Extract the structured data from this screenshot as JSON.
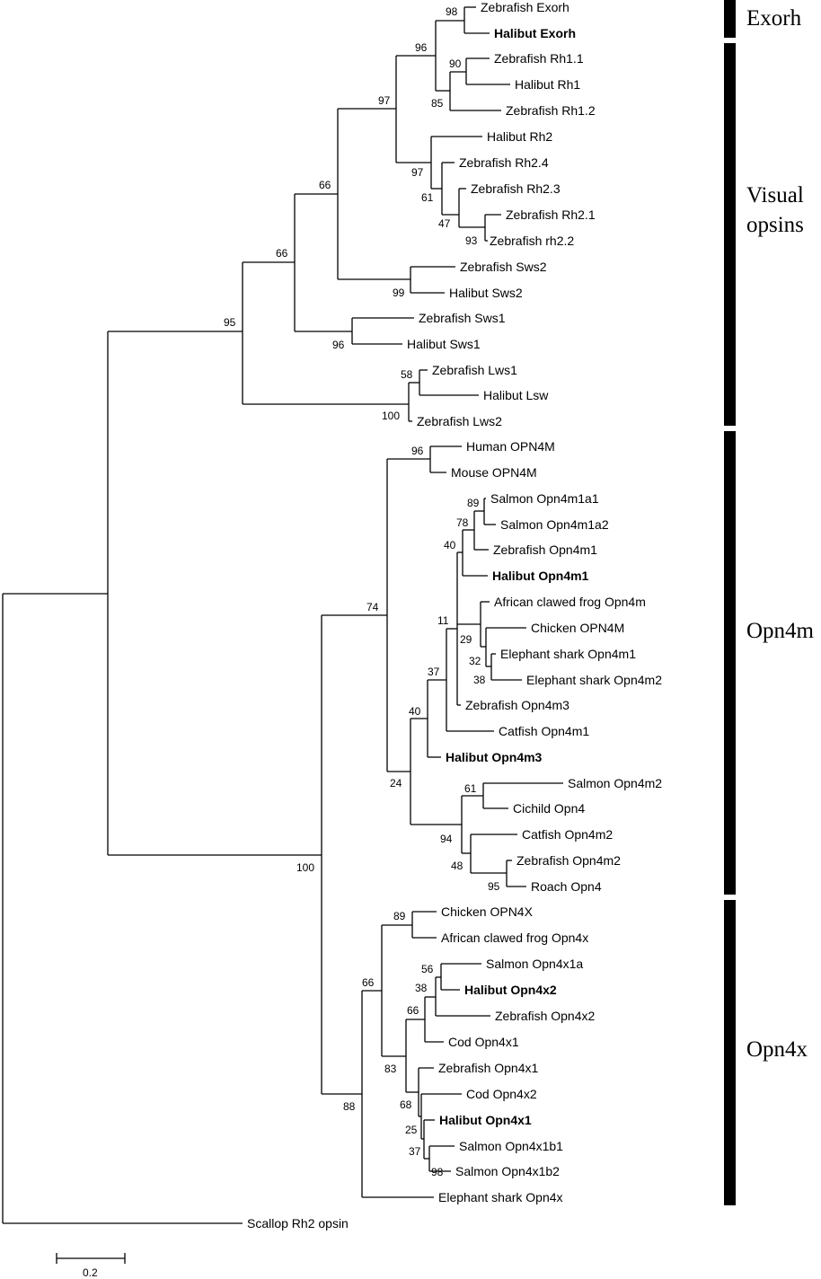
{
  "leaves": {
    "zf_exorh": "Zebrafish Exorh",
    "hb_exorh": "Halibut Exorh",
    "zf_rh11": "Zebrafish Rh1.1",
    "hb_rh1": "Halibut Rh1",
    "zf_rh12": "Zebrafish Rh1.2",
    "hb_rh2": "Halibut Rh2",
    "zf_rh24": "Zebrafish Rh2.4",
    "zf_rh23": "Zebrafish Rh2.3",
    "zf_rh21": "Zebrafish Rh2.1",
    "zf_rh22": "Zebrafish rh2.2",
    "zf_sws2": "Zebrafish Sws2",
    "hb_sws2": "Halibut Sws2",
    "zf_sws1": "Zebrafish Sws1",
    "hb_sws1": "Halibut Sws1",
    "zf_lws1": "Zebrafish Lws1",
    "hb_lsw": "Halibut Lsw",
    "zf_lws2": "Zebrafish Lws2",
    "hu_opn4m": "Human OPN4M",
    "mo_opn4m": "Mouse OPN4M",
    "sa_opn4m1a1": "Salmon Opn4m1a1",
    "sa_opn4m1a2": "Salmon Opn4m1a2",
    "zf_opn4m1": "Zebrafish Opn4m1",
    "hb_opn4m1": "Halibut Opn4m1",
    "fr_opn4m": "African clawed frog Opn4m",
    "ch_opn4m": "Chicken OPN4M",
    "es_opn4m1": "Elephant shark Opn4m1",
    "es_opn4m2": "Elephant shark Opn4m2",
    "zf_opn4m3": "Zebrafish Opn4m3",
    "cf_opn4m1": "Catfish Opn4m1",
    "hb_opn4m3": "Halibut Opn4m3",
    "sa_opn4m2": "Salmon Opn4m2",
    "ci_opn4": "Cichild Opn4",
    "cf_opn4m2": "Catfish Opn4m2",
    "zf_opn4m2": "Zebrafish Opn4m2",
    "ro_opn4": "Roach Opn4",
    "ch_opn4x": "Chicken OPN4X",
    "fr_opn4x": "African clawed frog Opn4x",
    "sa_opn4x1a": "Salmon Opn4x1a",
    "hb_opn4x2": "Halibut Opn4x2",
    "zf_opn4x2": "Zebrafish Opn4x2",
    "cod_opn4x1": "Cod Opn4x1",
    "zf_opn4x1": "Zebrafish Opn4x1",
    "cod_opn4x2": "Cod Opn4x2",
    "hb_opn4x1": "Halibut Opn4x1",
    "sa_opn4x1b1": "Salmon Opn4x1b1",
    "sa_opn4x1b2": "Salmon Opn4x1b2",
    "es_opn4x": "Elephant shark Opn4x",
    "scallop": "Scallop Rh2 opsin"
  },
  "bootstrap": {
    "b98a": "98",
    "b96a": "96",
    "b90": "90",
    "b85": "85",
    "b97a": "97",
    "b97b": "97",
    "b61a": "61",
    "b47": "47",
    "b93": "93",
    "b66a": "66",
    "b66b": "66",
    "b99": "99",
    "b96b": "96",
    "b95": "95",
    "b58": "58",
    "b100a": "100",
    "b96c": "96",
    "b89a": "89",
    "b78": "78",
    "b40a": "40",
    "b11": "11",
    "b29": "29",
    "b32": "32",
    "b38a": "38",
    "b37a": "37",
    "b40b": "40",
    "b74": "74",
    "b24": "24",
    "b61b": "61",
    "b94": "94",
    "b48": "48",
    "b95b": "95",
    "b100b": "100",
    "b89b": "89",
    "b56": "56",
    "b38b": "38",
    "b66c": "66",
    "b66d": "66",
    "b83": "83",
    "b68": "68",
    "b25": "25",
    "b37b": "37",
    "b98b": "98",
    "b88": "88"
  },
  "clades": {
    "exorh": "Exorh",
    "visual_1": "Visual",
    "visual_2": "opsins",
    "opn4m": "Opn4m",
    "opn4x": "Opn4x"
  },
  "scale_bar": {
    "label": "0.2"
  }
}
